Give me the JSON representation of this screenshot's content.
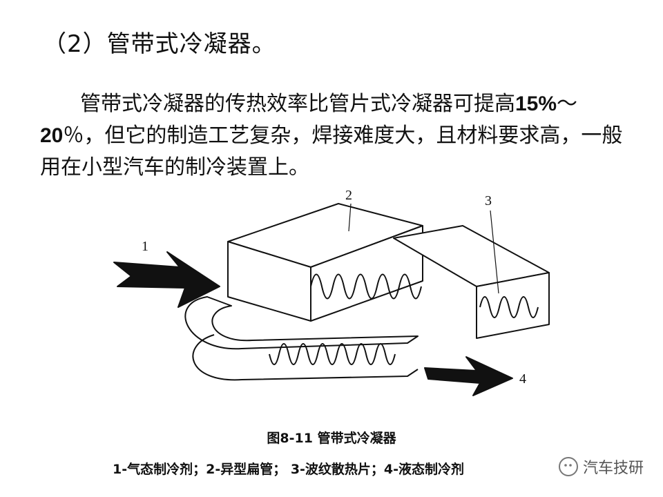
{
  "heading": "（2）管带式冷凝器。",
  "paragraph": {
    "text_1": "管带式冷凝器的传热效率比管片式冷凝器可提高",
    "bold_1": "15%",
    "text_2": "～",
    "bold_2": "20",
    "text_3": "％，但它的制造工艺复杂，焊接难度大，且材料要求高，一般用在小型汽车的制冷装置上。"
  },
  "figure": {
    "labels": {
      "n1": "1",
      "n2": "2",
      "n3": "3",
      "n4": "4"
    }
  },
  "caption": "图8-11 管带式冷凝器",
  "legend": "1-气态制冷剂；2-异型扁管； 3-波纹散热片；4-液态制冷剂",
  "watermark": {
    "text": "汽车技研",
    "icon": "wechat-icon"
  }
}
